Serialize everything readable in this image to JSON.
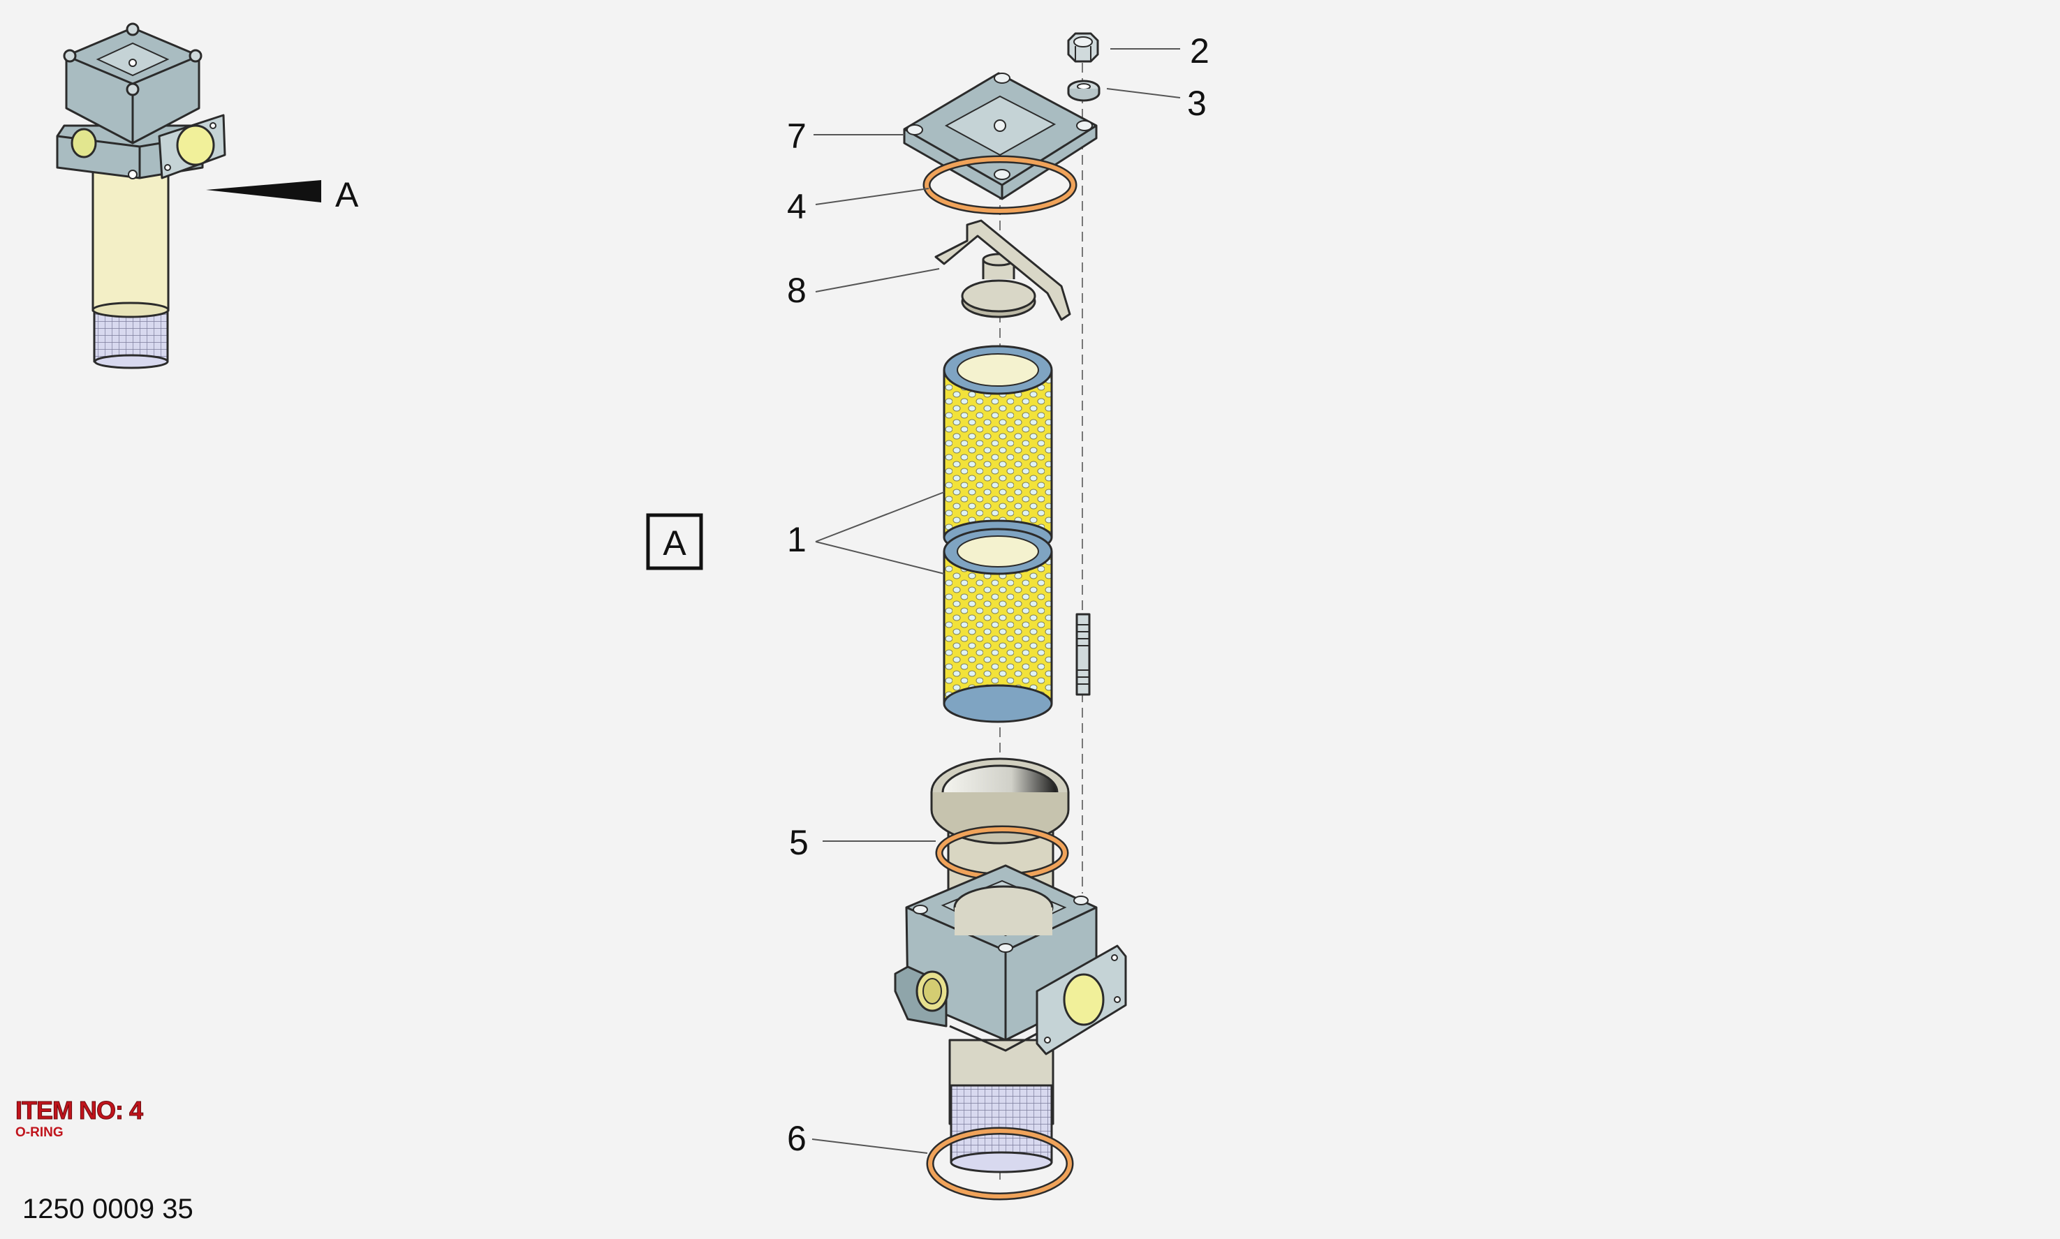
{
  "callouts": {
    "c1": "1",
    "c2": "2",
    "c3": "3",
    "c4": "4",
    "c5": "5",
    "c6": "6",
    "c7": "7",
    "c8": "8"
  },
  "detail_view_label": "A",
  "view_box_label": "A",
  "item": {
    "title": "ITEM NO: 4",
    "subtitle": "O-RING"
  },
  "document_number": "1250 0009 35",
  "colors": {
    "housing": "#a9bcc1",
    "filter_mesh": "#f2e23a",
    "oring": "#f0a35a",
    "item_text": "#c0141c"
  }
}
